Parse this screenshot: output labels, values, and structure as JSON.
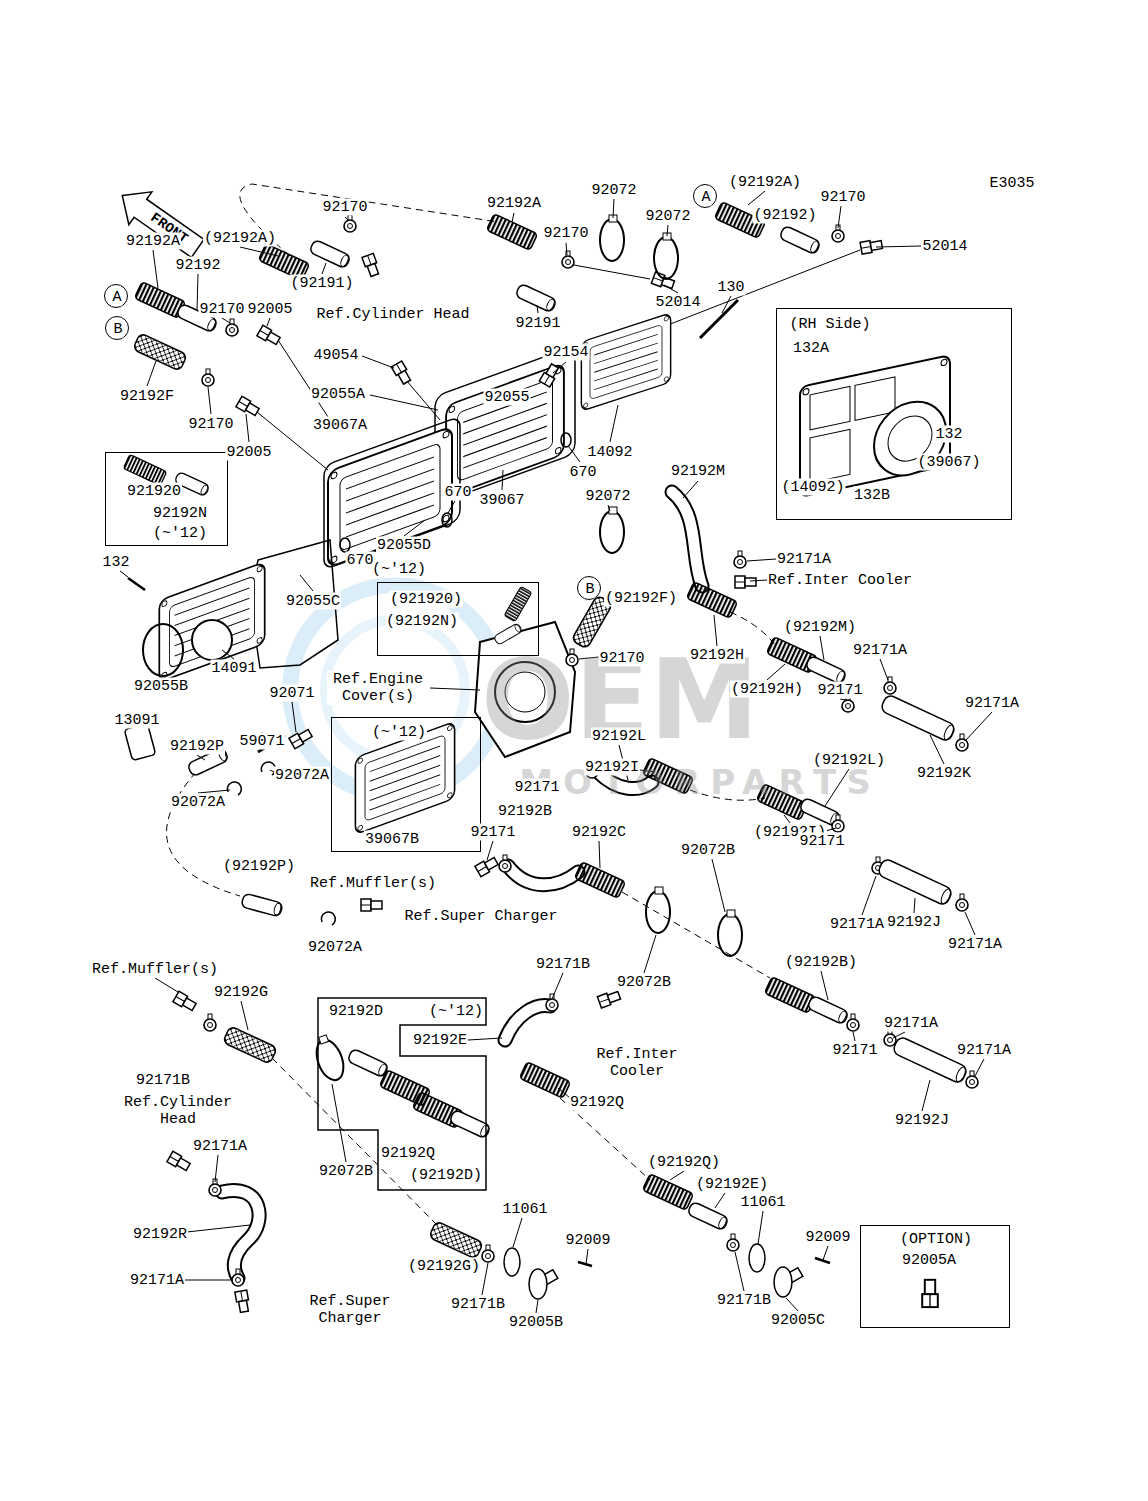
{
  "diagram": {
    "nodes": [
      {
        "text": [
          "FRONT"
        ]
      },
      {
        "text": [
          "921920",
          "92192N",
          "(~'12)"
        ]
      },
      {
        "text": [
          "(RH Side)",
          "132A",
          "132",
          "(39067)",
          "(14092)",
          "132B"
        ]
      },
      {
        "text": [
          "(~'12)",
          "(921920)",
          "(92192N)"
        ]
      },
      {
        "text": [
          "(~'12)",
          "39067B"
        ]
      },
      {
        "text": [
          "92192D",
          "(~'12)",
          "92192Q",
          "(92192D)"
        ]
      },
      {
        "text": [
          "(OPTION)",
          "92005A"
        ]
      },
      {
        "text": [
          "A"
        ]
      },
      {
        "text": [
          "B"
        ]
      },
      {
        "text": [
          "A"
        ]
      },
      {
        "text": [
          "B"
        ]
      }
    ],
    "labels": [
      "E3035",
      "92170",
      "92192A",
      "92072",
      "(92192A)",
      "92170",
      "92072",
      "(92192A)",
      "92192A",
      "92170",
      "52014",
      "92192",
      "(92192)",
      "(92191)",
      "92170",
      "92005",
      "52014",
      "130",
      "Ref.Cylinder Head",
      "92191",
      "49054",
      "92154",
      "92055A",
      "92055",
      "92192F",
      "92170",
      "39067A",
      "92005",
      "14092",
      "670",
      "92192M",
      "670",
      "39067",
      "92072",
      "132",
      "92055D",
      "670",
      "92171A",
      "Ref.Inter Cooler",
      "(92192F)",
      "92055C",
      "92170",
      "Ref.Engine Cover(s)",
      "92192H",
      "(92192M)",
      "92171A",
      "14091",
      "92055B",
      "(92192H)",
      "92171",
      "92071",
      "92171A",
      "13091",
      "59071",
      "92192P",
      "92192L",
      "(92192L)",
      "92192I",
      "92192K",
      "92072A",
      "92171",
      "92072A",
      "92192B",
      "(92192I)",
      "92171",
      "92192C",
      "92171",
      "92072B",
      "(92192P)",
      "Ref.Muffler(s)",
      "Ref.Super Charger",
      "92192J",
      "92171A",
      "92171A",
      "92072A",
      "92171B",
      "(92192B)",
      "Ref.Muffler(s)",
      "92072B",
      "92192G",
      "92171A",
      "92192E",
      "Ref.Inter Cooler",
      "92171A",
      "92171",
      "92171B",
      "Ref.Cylinder Head",
      "92192Q",
      "92192J",
      "92171A",
      "(92192Q)",
      "92072B",
      "(92192E)",
      "11061",
      "11061",
      "92192R",
      "92009",
      "92009",
      "(92192G)",
      "92171A",
      "92171B",
      "92171B",
      "Ref.Super Charger",
      "92005B",
      "92005C",
      "OEM",
      "MOTORPARTS"
    ]
  }
}
